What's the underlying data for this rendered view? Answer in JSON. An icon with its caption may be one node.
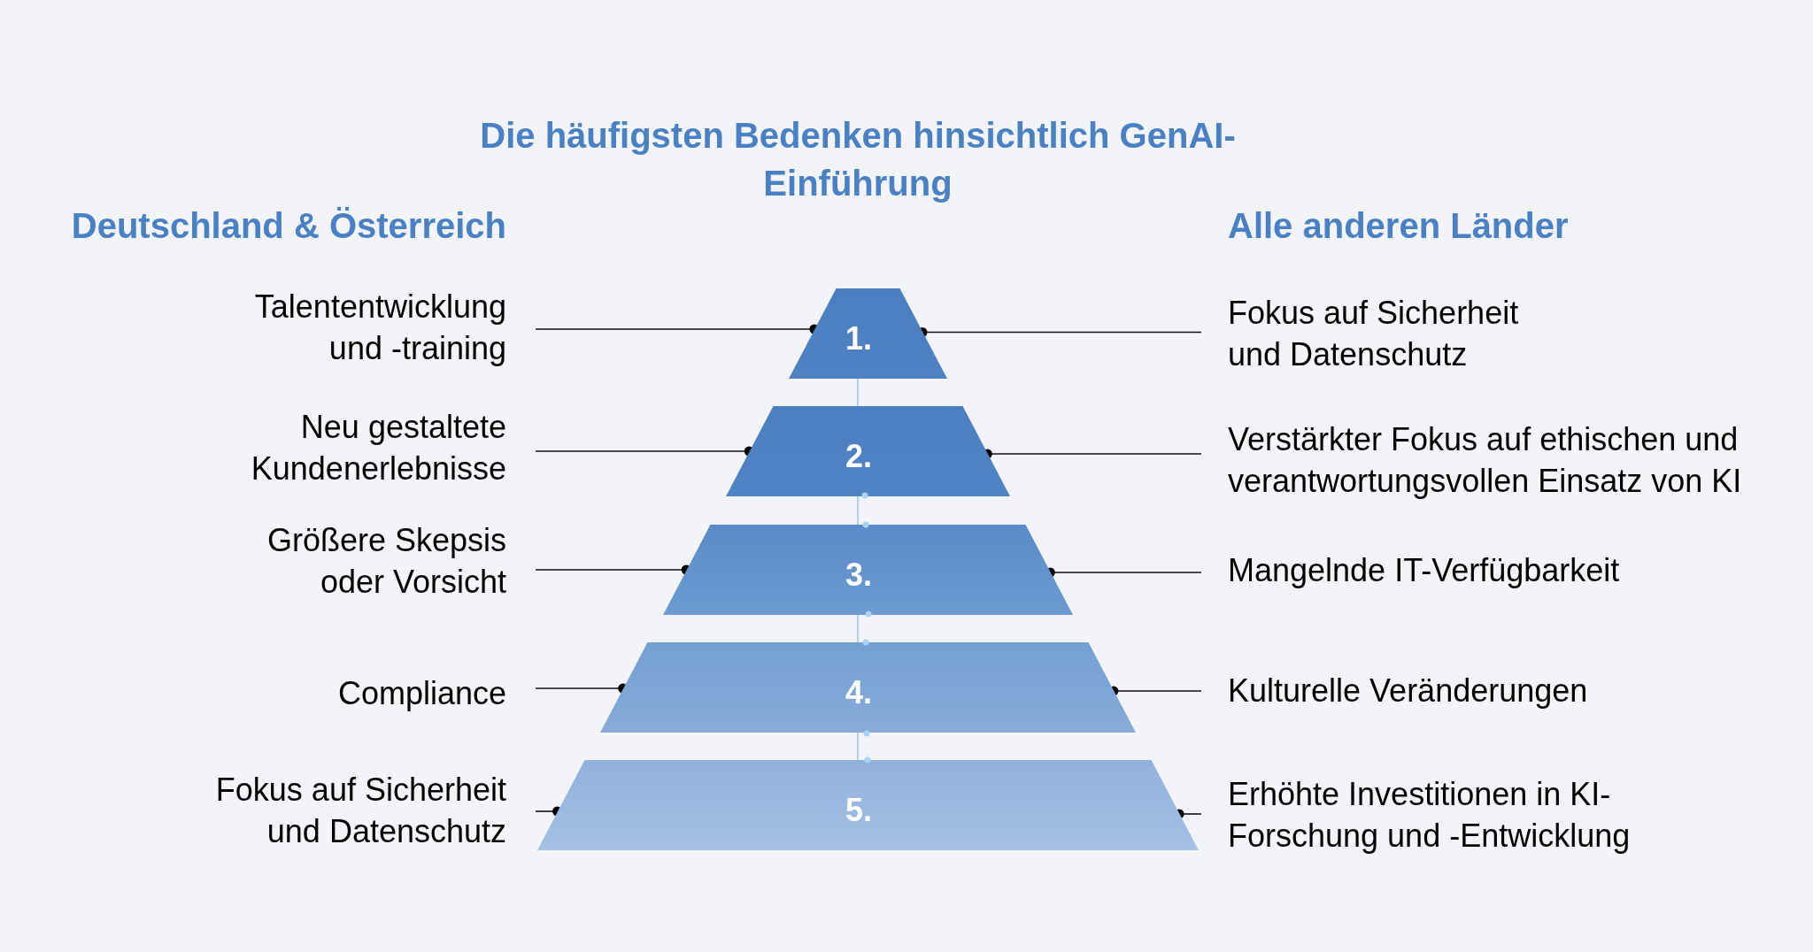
{
  "diagram": {
    "title": "Die häufigsten Bedenken hinsichtlich GenAI-Einführung",
    "nodes": [
      {
        "text": [
          "Talententwicklung und -training"
        ]
      },
      {
        "text": [
          "1."
        ]
      },
      {
        "text": [
          "Fokus auf Sicherheit und Datenschutz"
        ]
      },
      {
        "text": [
          "Neu gestaltete Kundenerlebnisse"
        ]
      },
      {
        "text": [
          "2."
        ]
      },
      {
        "text": [
          "Verstärkter Fokus auf ethischen und verantwortungsvollen Einsatz von KI"
        ]
      },
      {
        "text": [
          "Größere Skepsis oder Vorsicht"
        ]
      },
      {
        "text": [
          "3."
        ]
      },
      {
        "text": [
          "Mangelnde IT-Verfügbarkeit"
        ]
      },
      {
        "text": [
          "Compliance"
        ]
      },
      {
        "text": [
          "4."
        ]
      },
      {
        "text": [
          "Kulturelle Veränderungen"
        ]
      },
      {
        "text": [
          "Fokus auf Sicherheit und Datenschutz"
        ]
      },
      {
        "text": [
          "5."
        ]
      },
      {
        "text": [
          "Erhöhte Investitionen in KI-Forschung und -Entwicklung"
        ]
      }
    ],
    "edges": [
      {
        "from": 0,
        "to": 1,
        "arrow": "other"
      },
      {
        "from": 2,
        "to": 1,
        "arrow": "other"
      },
      {
        "from": 3,
        "to": 4,
        "arrow": "other"
      },
      {
        "from": 5,
        "to": 4,
        "arrow": "other"
      },
      {
        "from": 6,
        "to": 7,
        "arrow": "other"
      },
      {
        "from": 8,
        "to": 7,
        "arrow": "other"
      },
      {
        "from": 9,
        "to": 10,
        "arrow": "other"
      },
      {
        "from": 11,
        "to": 10,
        "arrow": "other"
      },
      {
        "from": 12,
        "to": 13,
        "arrow": "other"
      },
      {
        "from": 14,
        "to": 13,
        "arrow": "other"
      },
      {
        "from": 1,
        "to": 4,
        "arrow": "none",
        "color": "#9dc8f0"
      },
      {
        "from": 4,
        "to": 7,
        "arrow": "none",
        "color": "#9dc8f0"
      },
      {
        "from": 7,
        "to": 10,
        "arrow": "none",
        "color": "#9dc8f0"
      },
      {
        "from": 10,
        "to": 13,
        "arrow": "none",
        "color": "#9dc8f0"
      }
    ],
    "labels": [
      "Deutschland & Österreich",
      "Alle anderen Länder"
    ]
  }
}
